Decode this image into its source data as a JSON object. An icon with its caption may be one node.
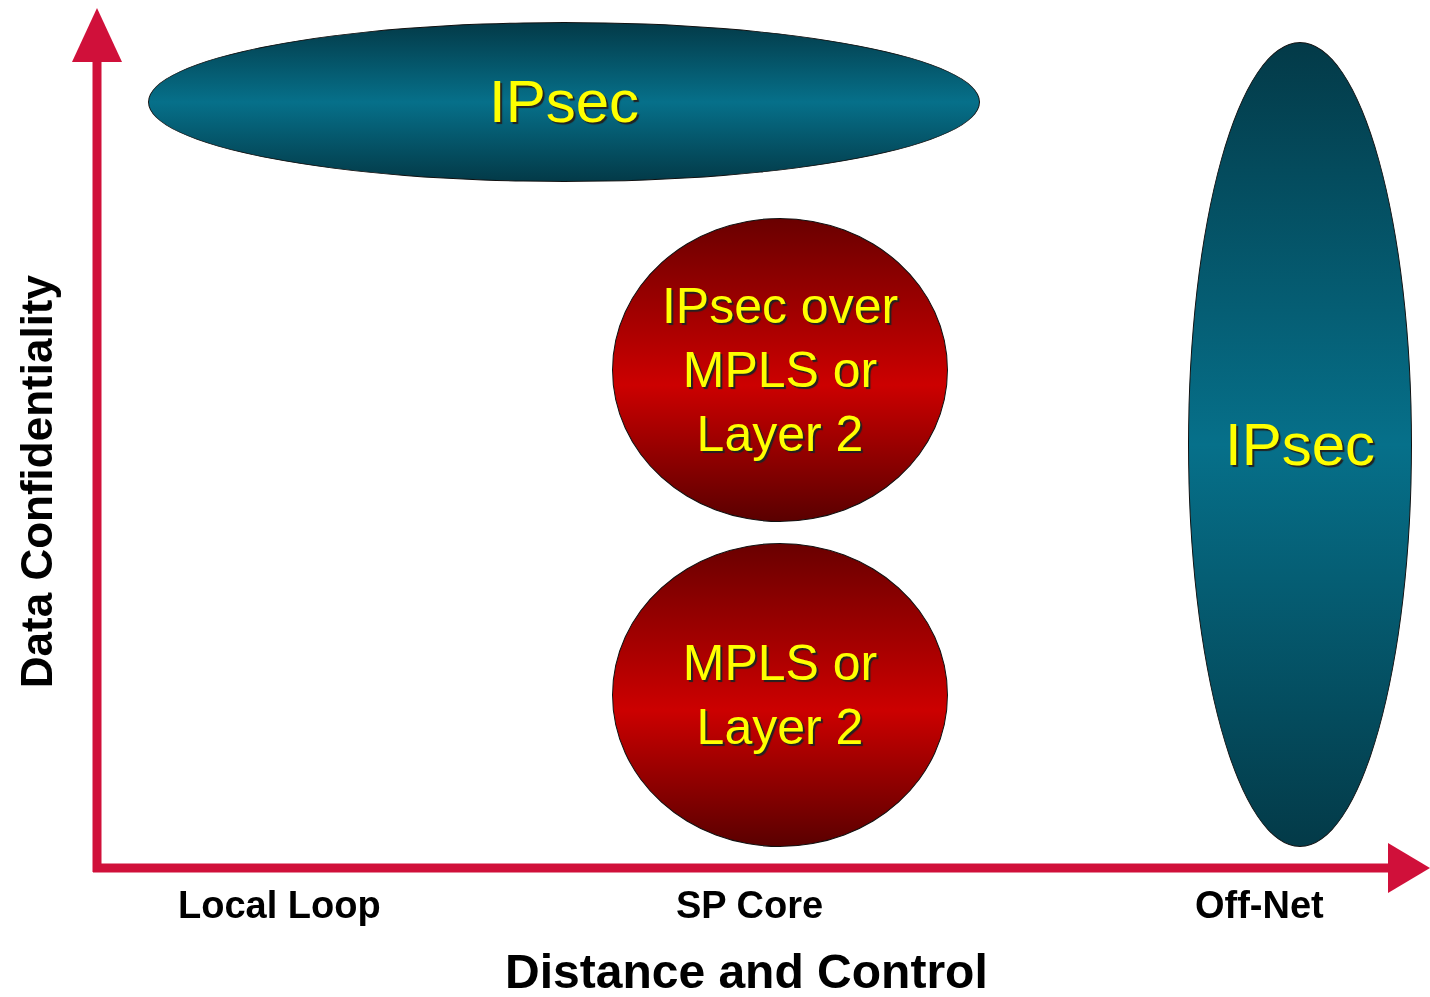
{
  "diagram": {
    "nodes": [
      {
        "text": [
          "IPsec"
        ]
      },
      {
        "text": [
          "IPsec over MPLS or Layer 2"
        ]
      },
      {
        "text": [
          "MPLS or Layer 2"
        ]
      },
      {
        "text": [
          "IPsec"
        ]
      }
    ],
    "labels": [
      "Data Confidentiality",
      "Local Loop",
      "SP Core",
      "Off-Net",
      "Distance and Control"
    ]
  }
}
